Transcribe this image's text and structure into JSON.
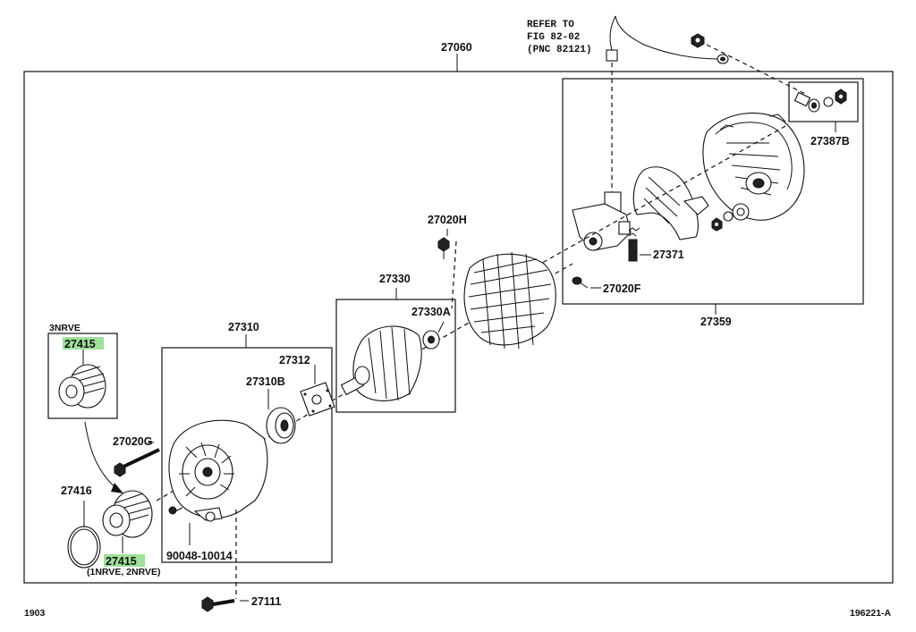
{
  "labels": {
    "assembly": "27060",
    "stator_housing": "27310",
    "rotor_group": "27330",
    "rotor_bearing": "27330A",
    "plate": "27312",
    "bearing": "27310B",
    "bolt_g": "27020G",
    "ring": "27416",
    "pulley_top": "27415",
    "pulley_top_note": "3NRVE",
    "pulley_bottom": "27415",
    "pulley_bottom_note": "(1NRVE, 2NRVE)",
    "screw_10014": "90048-10014",
    "bolt_27111": "27111",
    "screw_h": "27020H",
    "screw_f": "27020F",
    "brush": "27371",
    "rectifier_group": "27359",
    "terminal_kit": "27387B",
    "refer_line1": "REFER TO",
    "refer_line2": "FIG 82-02",
    "refer_line3": "(PNC 82121)"
  },
  "footer": {
    "left": "1903",
    "right": "196221-A"
  }
}
